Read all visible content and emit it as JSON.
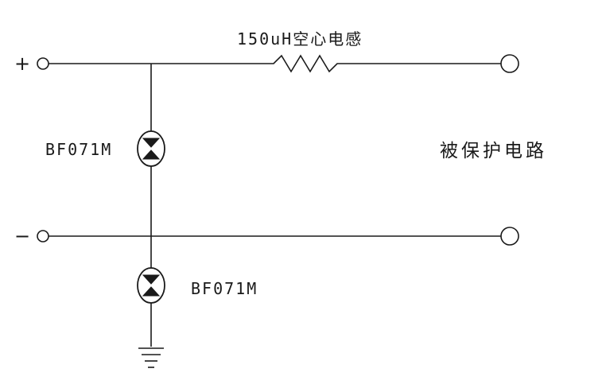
{
  "diagram": {
    "inductor_label": "150uH空心电感",
    "tube_upper_label": "BF071M",
    "tube_lower_label": "BF071M",
    "protected_circuit_label": "被保护电路",
    "plus_sign": "+",
    "minus_sign": "−"
  }
}
